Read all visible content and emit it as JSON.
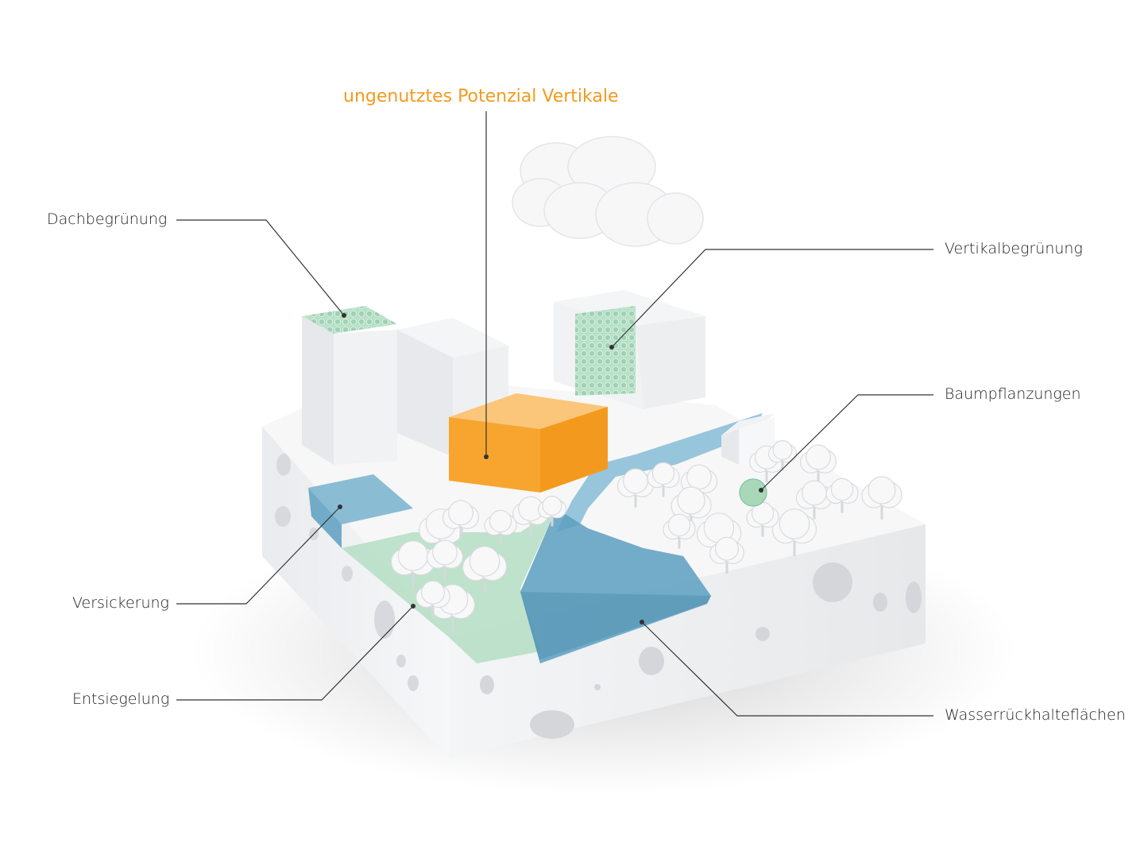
{
  "title": {
    "text": "ungenutztes Potenzial Vertikale",
    "color": "#f39a1e"
  },
  "labels": {
    "roof_greening": "Dachbegrünung",
    "vertical_greening": "Vertikalbegrünung",
    "tree_planting": "Baumpflanzungen",
    "infiltration": "Versickerung",
    "unsealing": "Entsiegelung",
    "water_retention": "Wasserrückhalteflächen"
  },
  "colors": {
    "water": "#5b9fbf",
    "green": "#a8d8b8",
    "accent_orange": "#f7a52e",
    "leader_line": "#333333"
  }
}
